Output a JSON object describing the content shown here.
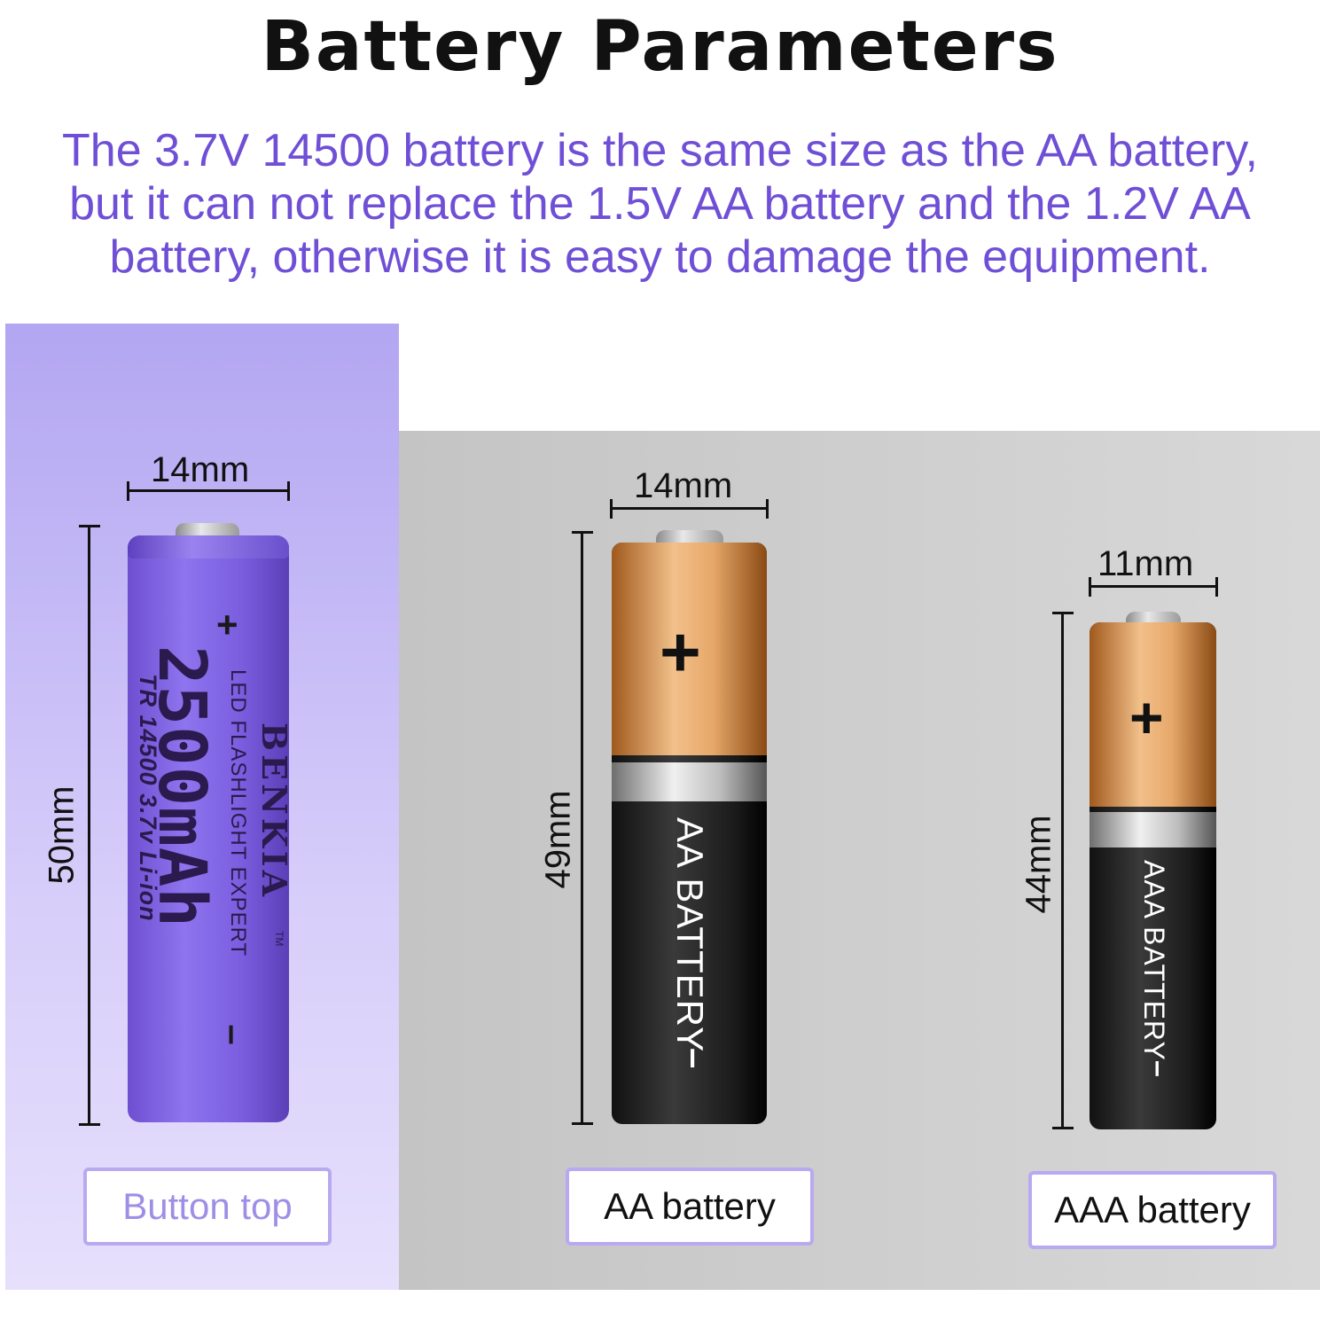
{
  "title": "Battery Parameters",
  "subtitle_lines": [
    "The 3.7V 14500 battery is the same size as the AA battery,",
    "but it can not replace the 1.5V AA battery and the 1.2V AA",
    "battery, otherwise it is easy to damage the equipment."
  ],
  "li_battery": {
    "width_label": "14mm",
    "height_label": "50mm",
    "plus": "+",
    "minus": "–",
    "brand": "BENKIA",
    "tm": "TM",
    "tagline": "LED FLASHLIGHT EXPERT",
    "capacity": "2500mAh",
    "spec": "TR 14500 3.7v Li-ion",
    "caption": "Button top"
  },
  "aa_battery": {
    "width_label": "14mm",
    "height_label": "49mm",
    "plus": "+",
    "minus": "–",
    "body_text": "AA BATTERY",
    "caption": "AA battery"
  },
  "aaa_battery": {
    "width_label": "11mm",
    "height_label": "44mm",
    "plus": "+",
    "minus": "–",
    "body_text": "AAA BATTERY",
    "caption": "AAA battery"
  },
  "colors": {
    "accent_purple": "#6f4fd6",
    "li_body": "#7a5edf",
    "caption_border": "#b8a9f0"
  }
}
